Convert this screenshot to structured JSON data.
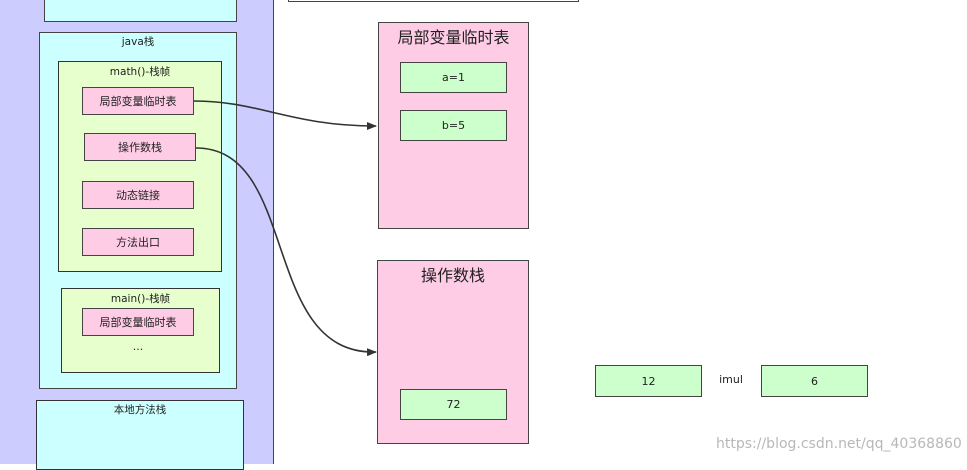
{
  "java_stack": {
    "label": "java栈",
    "math_frame": {
      "label": "math()-栈帧",
      "items": [
        "局部变量临时表",
        "操作数栈",
        "动态链接",
        "方法出口"
      ]
    },
    "main_frame": {
      "label": "main()-栈帧",
      "items": [
        "局部变量临时表",
        "..."
      ]
    }
  },
  "native_stack": {
    "label": "本地方法栈"
  },
  "local_var_table": {
    "label": "局部变量临时表",
    "entries": [
      "a=1",
      "b=5"
    ]
  },
  "operand_stack": {
    "label": "操作数栈",
    "entries": [
      "72"
    ]
  },
  "imul_op": {
    "left": "12",
    "operator": "imul",
    "right": "6"
  },
  "watermark": "https://blog.csdn.net/qq_40368860",
  "colors": {
    "lane": "#ccccff",
    "stack_fill": "#ccffff",
    "frame_fill": "#e6ffcc",
    "pink": "#ffcce6",
    "green": "#ccffcc"
  }
}
